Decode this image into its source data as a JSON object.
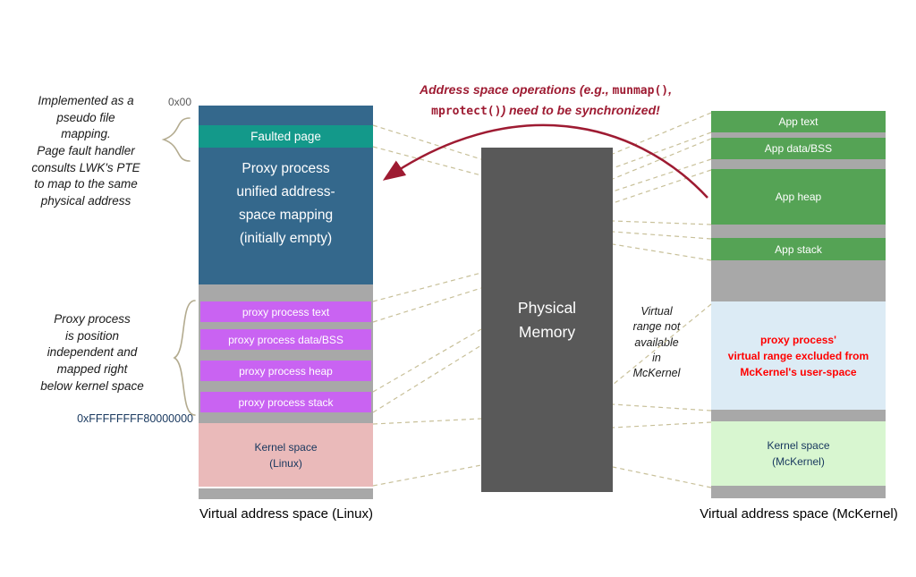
{
  "annotations": {
    "pseudo_file_mapping": "Implemented as a\npseudo file\nmapping.\nPage fault handler\nconsults LWK's PTE\nto map to the same\nphysical address",
    "position_independent": "Proxy process\nis position\nindependent and\nmapped right\nbelow kernel space",
    "virtual_range": "Virtual\nrange not\navailable\nin\nMcKernel",
    "sync_note": {
      "part1": "Address space operations (e.g., ",
      "code1": "munmap()",
      "part2": ",",
      "code2": "mprotect()",
      "part3": ") need to be synchronized!"
    }
  },
  "linux_space": {
    "address_top": "0x00",
    "address_kernel": "0xFFFFFFFF80000000",
    "faulted_page": "Faulted page",
    "proxy_mapping": "Proxy process\nunified address-\nspace mapping\n(initially empty)",
    "bands": [
      "proxy process text",
      "proxy process data/BSS",
      "proxy process heap",
      "proxy process stack"
    ],
    "kernel": "Kernel space\n(Linux)",
    "caption": "Virtual address space (Linux)"
  },
  "physical_memory": {
    "label": "Physical\nMemory"
  },
  "mckernel_space": {
    "bands": [
      "App text",
      "App data/BSS",
      "App heap",
      "App stack"
    ],
    "excluded": "proxy process'\nvirtual range excluded from\nMcKernel's user-space",
    "kernel": "Kernel space\n(McKernel)",
    "caption": "Virtual address space (McKernel)"
  },
  "colors": {
    "proxy_box_blue": "#34688C",
    "faulted_page_teal": "#13998A",
    "band_gray": "#A8A8A8",
    "proxy_band_purple": "#C963F2",
    "linux_kernel_pink": "#EABABA",
    "physical_memory_gray": "#595959",
    "app_band_green": "#55A355",
    "excluded_box_blue": "#DCEBF5",
    "mckernel_kernel_green": "#D8F6D0",
    "warning_dark_red": "#9E1B32",
    "excluded_text_red": "#FF0000",
    "connector_tan": "#C8C099"
  }
}
